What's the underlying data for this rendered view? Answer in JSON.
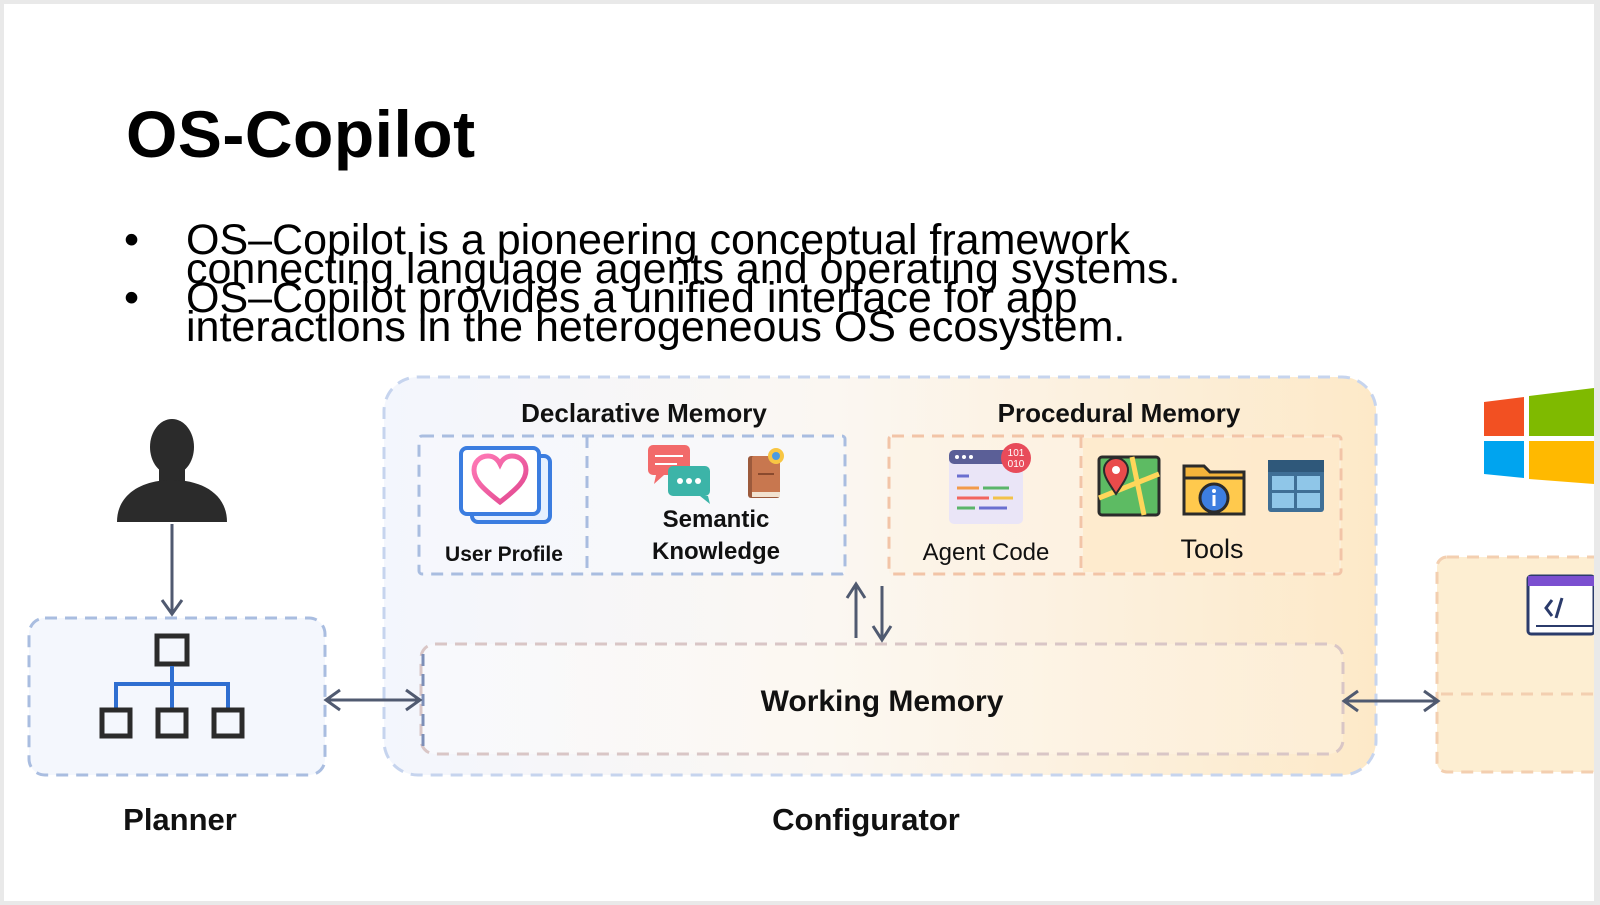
{
  "slide": {
    "title": "OS-Copilot",
    "bullets": [
      {
        "marker": "•",
        "lines": [
          "OS–Copilot is a pioneering conceptual framework",
          "connecting language agents and operating systems."
        ]
      },
      {
        "marker": "•",
        "lines": [
          "OS–Copilot provides a unified interface for app",
          "interactions in the heterogeneous OS ecosystem."
        ]
      }
    ]
  },
  "diagram": {
    "declarative_memory": "Declarative Memory",
    "procedural_memory": "Procedural Memory",
    "user_profile": "User Profile",
    "semantic_knowledge": [
      "Semantic",
      "Knowledge"
    ],
    "agent_code": "Agent Code",
    "code_badge": [
      "101",
      "010"
    ],
    "tools": "Tools",
    "working_memory": "Working Memory",
    "planner": "Planner",
    "configurator": "Configurator",
    "icons": [
      "user-silhouette-icon",
      "hierarchy-icon",
      "heart-card-icon",
      "chat-bubbles-icon",
      "book-icon",
      "code-window-icon",
      "map-pin-icon",
      "info-folder-icon",
      "spreadsheet-icon",
      "windows-logo-icon",
      "code-editor-icon"
    ]
  },
  "colors": {
    "blue_dash": "#a9bde0",
    "orange_dash": "#f2c4a7",
    "arrow": "#505a70",
    "hierarchy": "#2f6fd1",
    "windows": [
      "#f25022",
      "#7fba00",
      "#00a4ef",
      "#ffb900"
    ]
  }
}
